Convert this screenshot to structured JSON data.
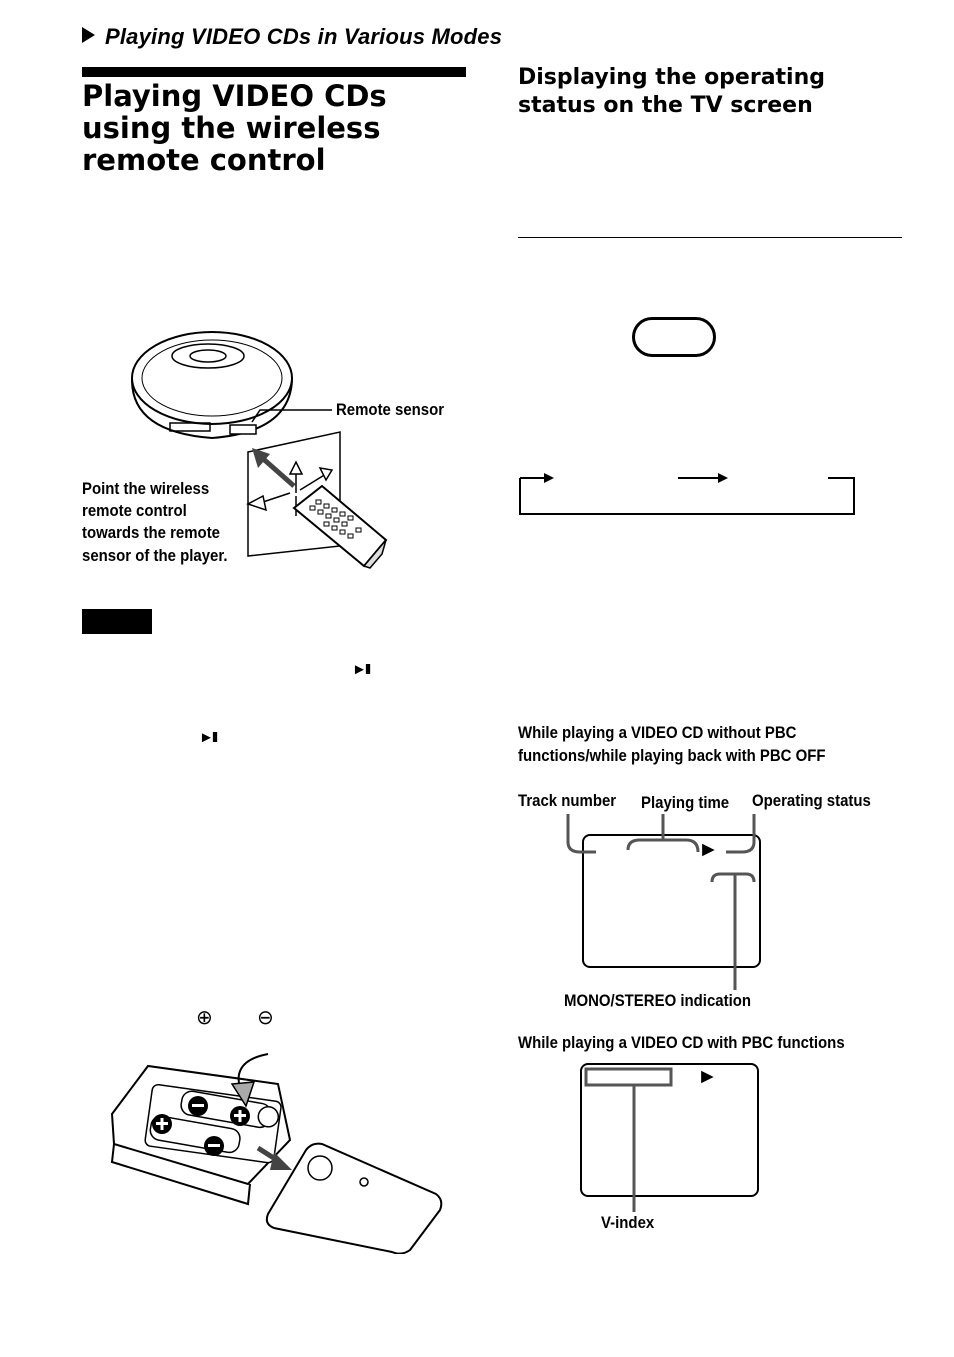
{
  "header": {
    "section_title": "Playing VIDEO CDs in Various Modes"
  },
  "left_column": {
    "heading": "Playing VIDEO CDs using the wireless remote control",
    "remote_sensor_label": "Remote sensor",
    "point_instruction_lines": [
      "Point the wireless",
      "remote control",
      "towards the remote",
      "sensor of  the player."
    ],
    "play_pause_symbol_1": "►II",
    "play_pause_symbol_2": "►II",
    "plus_symbol": "⊕",
    "minus_symbol": "⊖"
  },
  "right_column": {
    "heading": "Displaying the operating status on the TV screen",
    "without_pbc_caption_lines": [
      "While playing a VIDEO CD without PBC",
      "functions/while playing back with PBC OFF"
    ],
    "labels": {
      "track_number": "Track number",
      "playing_time": "Playing time",
      "operating_status": "Operating status",
      "mono_stereo": "MONO/STEREO indication",
      "v_index": "V-index"
    },
    "with_pbc_caption": "While playing a VIDEO CD with PBC functions",
    "play_indicator": "►"
  }
}
